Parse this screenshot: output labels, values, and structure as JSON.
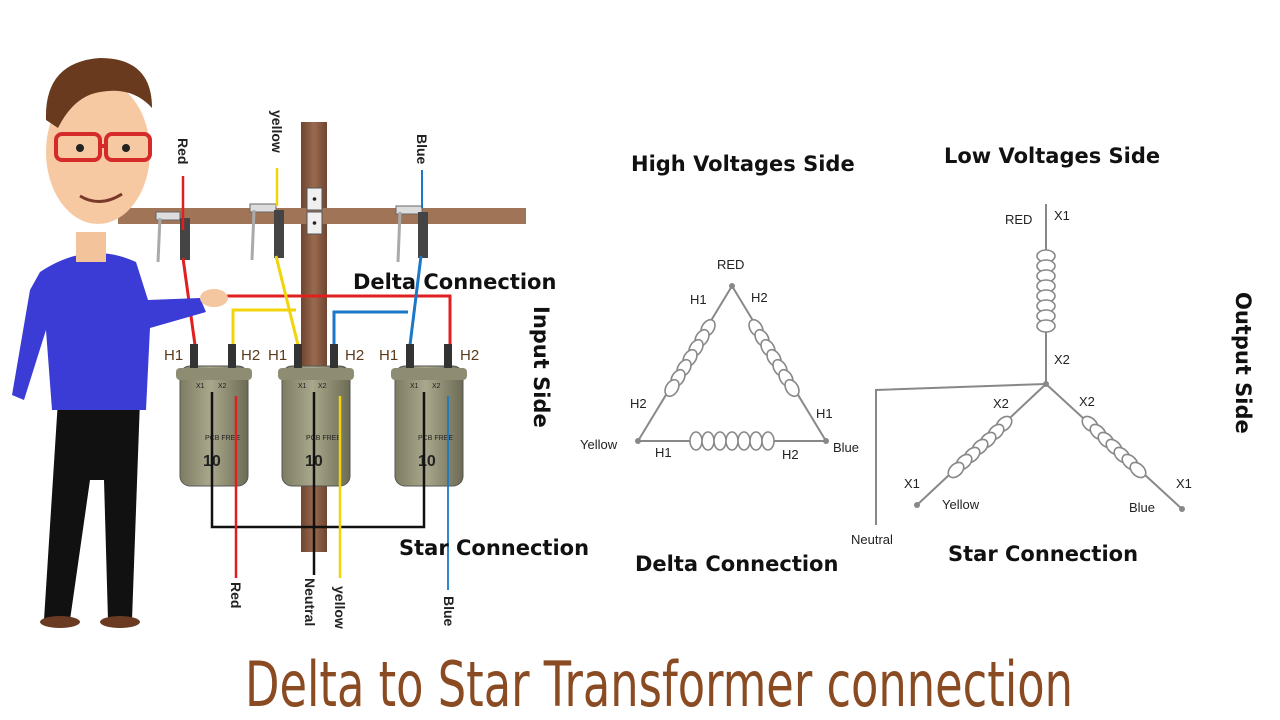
{
  "title": "Delta to Star Transformer connection",
  "photo": {
    "delta_label": "Delta Connection",
    "star_label": "Star Connection",
    "input_side": "Input Side",
    "top_wires": {
      "red": "Red",
      "yellow": "yellow",
      "blue": "Blue"
    },
    "bottom_wires": {
      "red": "Red",
      "neutral": "Neutral",
      "yellow": "yellow",
      "blue": "Blue"
    },
    "terminals": {
      "h1": "H1",
      "h2": "H2",
      "x1": "X1",
      "x2": "X2"
    },
    "transformer_rating": "10",
    "transformer_plate": "PCB FREE"
  },
  "hv": {
    "heading": "High Voltages Side",
    "caption": "Delta Connection",
    "red": "RED",
    "yellow": "Yellow",
    "blue": "Blue",
    "h1": "H1",
    "h2": "H2"
  },
  "lv": {
    "heading": "Low Voltages Side",
    "caption": "Star Connection",
    "red": "RED",
    "yellow": "Yellow",
    "blue": "Blue",
    "neutral": "Neutral",
    "x1": "X1",
    "x2": "X2"
  },
  "output_side": "Output Side",
  "colors": {
    "red": "#e02020",
    "yellow": "#f2d40a",
    "blue": "#1a78c8",
    "black": "#111111",
    "title": "#8a4a22",
    "pole": "#8a5a3a",
    "crossarm": "#a07456",
    "shirt": "#3b3bd6"
  }
}
